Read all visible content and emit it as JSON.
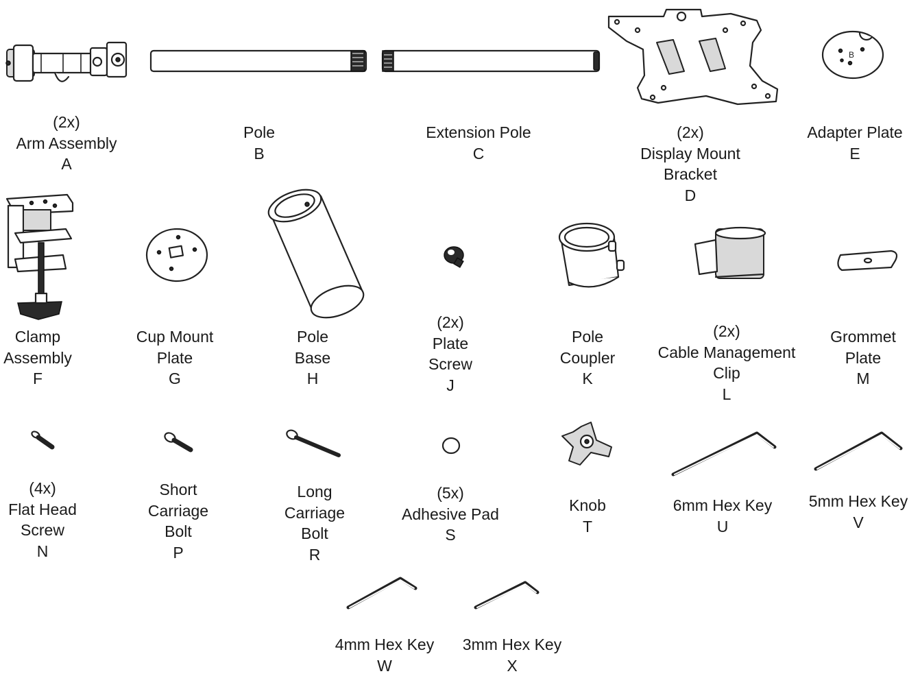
{
  "parts": [
    {
      "id": "A",
      "qty": "(2x)",
      "lines": [
        "Arm Assembly"
      ],
      "letter": "A"
    },
    {
      "id": "B",
      "qty": "",
      "lines": [
        "Pole"
      ],
      "letter": "B"
    },
    {
      "id": "C",
      "qty": "",
      "lines": [
        "Extension Pole"
      ],
      "letter": "C"
    },
    {
      "id": "D",
      "qty": "(2x)",
      "lines": [
        "Display Mount",
        "Bracket"
      ],
      "letter": "D"
    },
    {
      "id": "E",
      "qty": "",
      "lines": [
        "Adapter Plate"
      ],
      "letter": "E"
    },
    {
      "id": "F",
      "qty": "",
      "lines": [
        "Clamp",
        "Assembly"
      ],
      "letter": "F"
    },
    {
      "id": "G",
      "qty": "",
      "lines": [
        "Cup Mount",
        "Plate"
      ],
      "letter": "G"
    },
    {
      "id": "H",
      "qty": "",
      "lines": [
        "Pole",
        "Base"
      ],
      "letter": "H"
    },
    {
      "id": "J",
      "qty": "(2x)",
      "lines": [
        "Plate",
        "Screw"
      ],
      "letter": "J"
    },
    {
      "id": "K",
      "qty": "",
      "lines": [
        "Pole",
        "Coupler"
      ],
      "letter": "K"
    },
    {
      "id": "L",
      "qty": "(2x)",
      "lines": [
        "Cable Management",
        "Clip"
      ],
      "letter": "L"
    },
    {
      "id": "M",
      "qty": "",
      "lines": [
        "Grommet",
        "Plate"
      ],
      "letter": "M"
    },
    {
      "id": "N",
      "qty": "(4x)",
      "lines": [
        "Flat Head",
        "Screw"
      ],
      "letter": "N"
    },
    {
      "id": "P",
      "qty": "",
      "lines": [
        "Short",
        "Carriage",
        "Bolt"
      ],
      "letter": "P"
    },
    {
      "id": "R",
      "qty": "",
      "lines": [
        "Long",
        "Carriage",
        "Bolt"
      ],
      "letter": "R"
    },
    {
      "id": "S",
      "qty": "(5x)",
      "lines": [
        "Adhesive Pad"
      ],
      "letter": "S"
    },
    {
      "id": "T",
      "qty": "",
      "lines": [
        "Knob"
      ],
      "letter": "T"
    },
    {
      "id": "U",
      "qty": "",
      "lines": [
        "6mm Hex Key"
      ],
      "letter": "U"
    },
    {
      "id": "V",
      "qty": "",
      "lines": [
        "5mm Hex Key"
      ],
      "letter": "V"
    },
    {
      "id": "W",
      "qty": "",
      "lines": [
        "4mm Hex Key"
      ],
      "letter": "W"
    },
    {
      "id": "X",
      "qty": "",
      "lines": [
        "3mm Hex Key"
      ],
      "letter": "X"
    }
  ]
}
